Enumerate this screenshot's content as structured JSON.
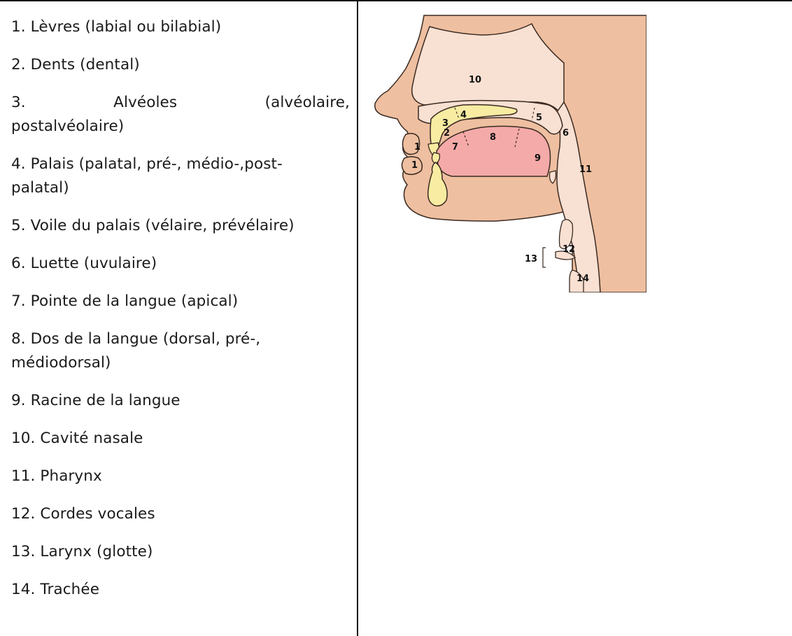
{
  "items": [
    {
      "text": "1. Lèvres (labial ou bilabial)"
    },
    {
      "text": "2. Dents (dental)"
    },
    {
      "text": "3. Alvéoles (alvéolaire, postalvéolaire)",
      "parts": [
        "3.",
        "Alvéoles",
        "(alvéolaire,"
      ],
      "rest": "postalvéolaire)"
    },
    {
      "text": "4. Palais (palatal, pré-, médio-,post-palatal)",
      "line1": "4. Palais (palatal, pré-, médio-,post-",
      "line2": "palatal)"
    },
    {
      "text": "5. Voile du palais (vélaire, prévélaire)"
    },
    {
      "text": "6. Luette (uvulaire)"
    },
    {
      "text": "7. Pointe de la langue (apical)"
    },
    {
      "text": "8. Dos de la langue (dorsal, pré-, médiodorsal)",
      "line1": "8. Dos de la langue (dorsal, pré-,",
      "line2": "médiodorsal)"
    },
    {
      "text": "9. Racine de la langue"
    },
    {
      "text": "10. Cavité nasale"
    },
    {
      "text": "11. Pharynx"
    },
    {
      "text": "12. Cordes vocales"
    },
    {
      "text": "13. Larynx (glotte)"
    },
    {
      "text": "14. Trachée"
    }
  ],
  "figure": {
    "labels": [
      "1",
      "1",
      "2",
      "3",
      "4",
      "5",
      "6",
      "7",
      "8",
      "9",
      "10",
      "11",
      "12",
      "13",
      "14"
    ],
    "colors": {
      "skin": "#eebfa0",
      "tissue": "#f8e0d2",
      "tongue": "#f4aaa8",
      "bone": "#f8eca2",
      "outline": "#3a2a22"
    }
  }
}
